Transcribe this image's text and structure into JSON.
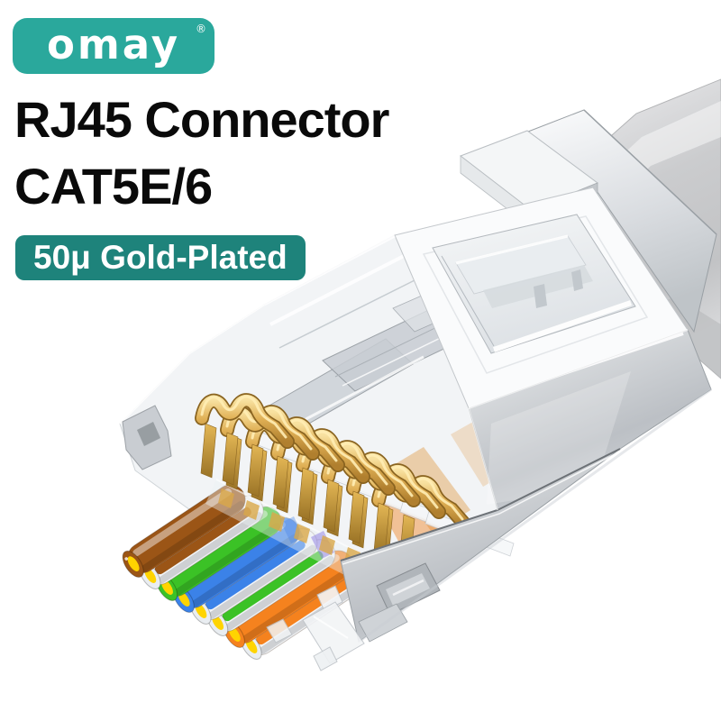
{
  "page": {
    "background": "#ffffff"
  },
  "brand": {
    "logo_text": "omay",
    "registered_mark": "®",
    "badge_color": "#2aa89c",
    "text_color": "#ffffff"
  },
  "headline": {
    "line1": "RJ45 Connector",
    "line2": "CAT5E/6",
    "color": "#0a0a0a"
  },
  "feature_badge": {
    "label": "50μ Gold-Plated",
    "background": "#1e837b",
    "text_color": "#ffffff"
  },
  "illustration": {
    "subject": "shielded RJ45 pass-through modular plug with gray cable, gold contacts and fanned twisted-pair wires",
    "cable_color": "#cdced0",
    "shield_color": "#d7dadd",
    "gold_color": "#d9a848",
    "pin_count": 8,
    "wire_tip_color": "#ffd400",
    "wires": [
      {
        "name": "brown",
        "color": "#9b5516",
        "stripe": null
      },
      {
        "name": "white-brown",
        "color": "#ffffff",
        "stripe": "#9b5516"
      },
      {
        "name": "green",
        "color": "#3bc226",
        "stripe": null
      },
      {
        "name": "blue",
        "color": "#3b82e8",
        "stripe": null
      },
      {
        "name": "white-blue",
        "color": "#ffffff",
        "stripe": "#3b82e8"
      },
      {
        "name": "white-green",
        "color": "#ffffff",
        "stripe": "#3bc226"
      },
      {
        "name": "orange",
        "color": "#f5821e",
        "stripe": null
      },
      {
        "name": "white-orange",
        "color": "#ffffff",
        "stripe": "#f5821e"
      }
    ]
  }
}
